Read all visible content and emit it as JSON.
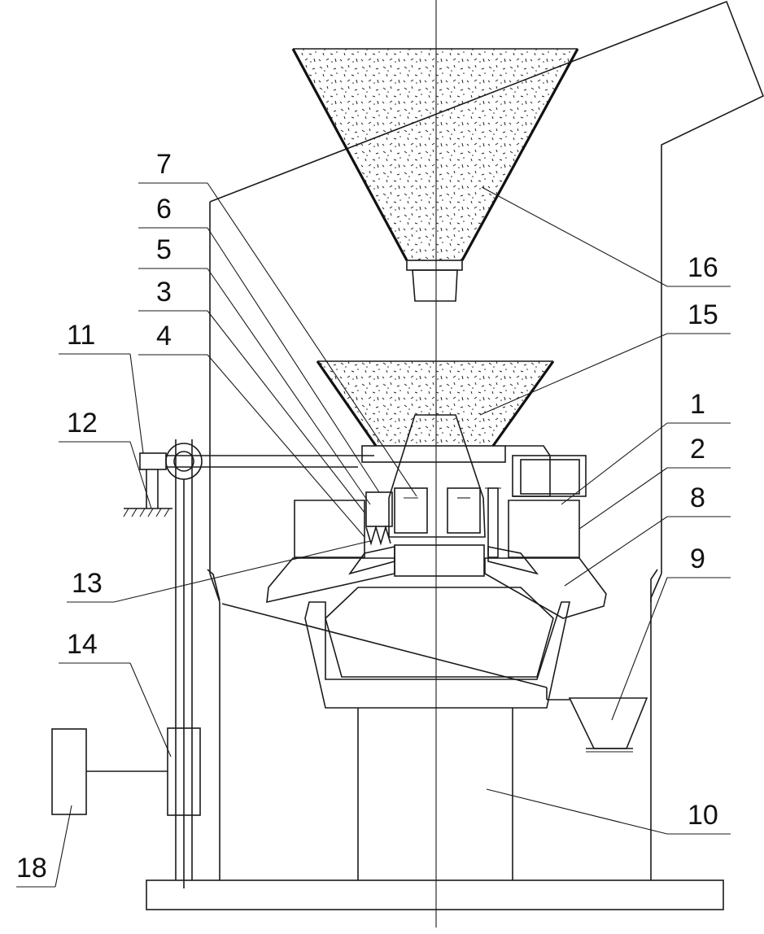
{
  "diagram": {
    "labels": {
      "n1": "1",
      "n2": "2",
      "n3": "3",
      "n4": "4",
      "n5": "5",
      "n6": "6",
      "n7": "7",
      "n8": "8",
      "n9": "9",
      "n10": "10",
      "n11": "11",
      "n12": "12",
      "n13": "13",
      "n14": "14",
      "n15": "15",
      "n16": "16",
      "n18": "18"
    },
    "colors": {
      "line": "#1a1a1a",
      "background": "#ffffff"
    }
  }
}
